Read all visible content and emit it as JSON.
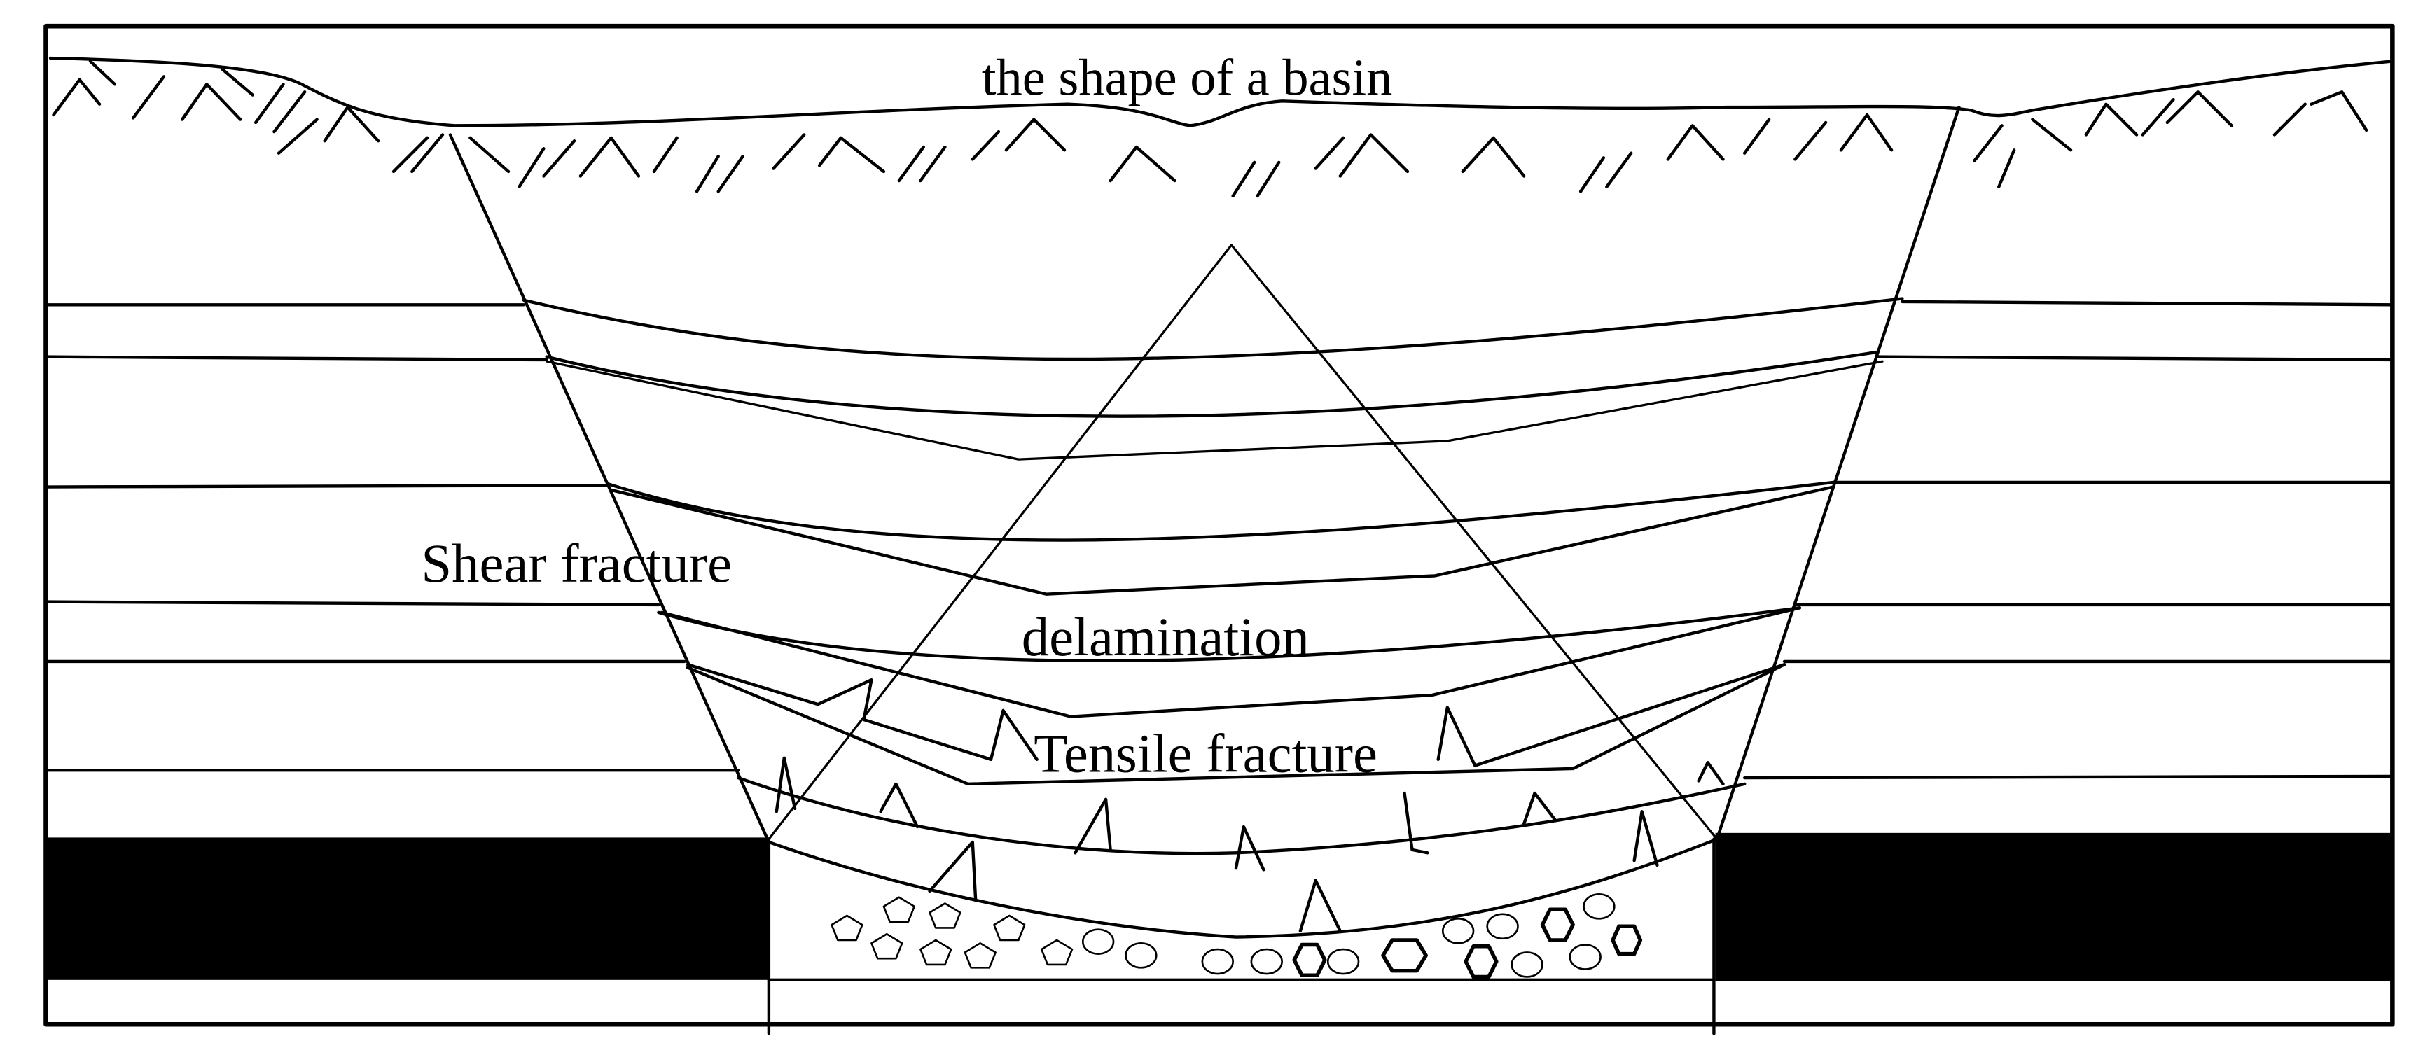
{
  "labels": {
    "basin": "the shape of a basin",
    "shear": "Shear fracture",
    "delamination": "delamination",
    "tensile": "Tensile fracture"
  },
  "colors": {
    "ink": "#000000",
    "background": "#ffffff",
    "coal_seam": "#000000"
  }
}
